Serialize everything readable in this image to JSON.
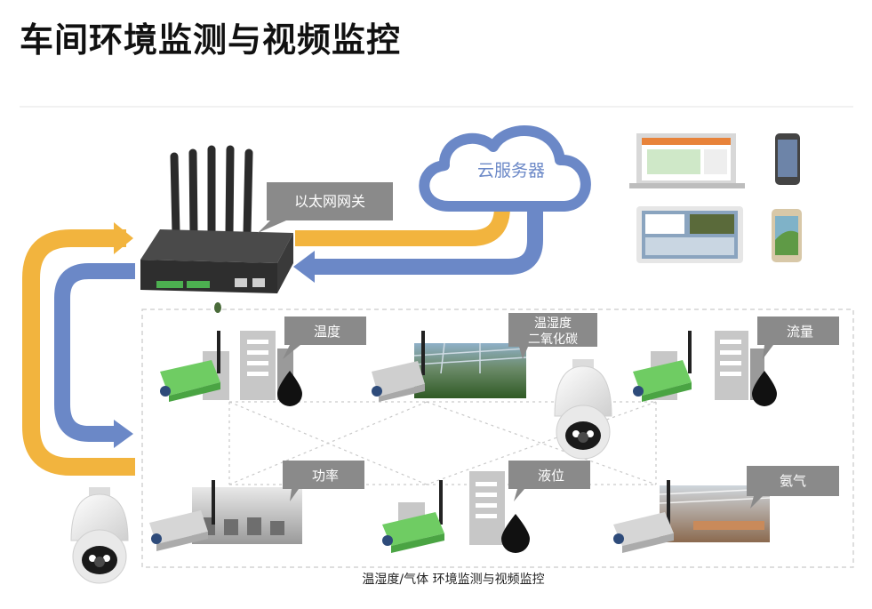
{
  "title": "车间环境监测与视频监控",
  "caption": "温湿度/气体 环境监测与视频监控",
  "cloud_label": "云服务器",
  "gateway_label": "以太网网关",
  "sensor_labels": {
    "temperature": "温度",
    "co2_line1": "温湿度",
    "co2_line2": "二氧化碳",
    "flow": "流量",
    "power": "功率",
    "level": "液位",
    "ammonia": "氨气"
  },
  "colors": {
    "arrow_orange": "#f2b43e",
    "arrow_blue": "#6b88c7",
    "label_gray": "#8a8a8a",
    "sensor_green": "#5fc25a",
    "dashed_border": "#c9c9c9"
  },
  "icons": {
    "camera": "camera-icon",
    "cloud": "cloud-icon",
    "gateway": "gateway-icon",
    "laptop": "laptop-icon",
    "phone": "phone-icon",
    "tablet": "tablet-icon",
    "droplet": "droplet-icon",
    "building": "building-icon"
  }
}
